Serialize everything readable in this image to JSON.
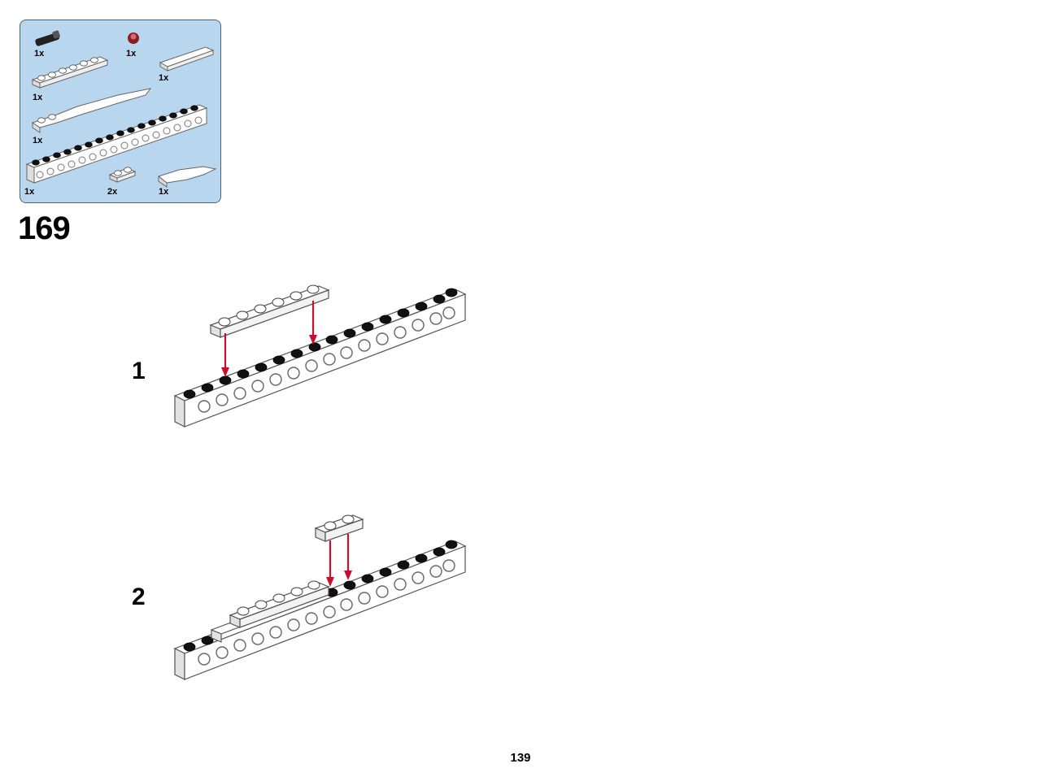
{
  "parts_list": {
    "items": [
      {
        "name": "black-connector-pin",
        "qty": "1x"
      },
      {
        "name": "dark-red-round-tile",
        "qty": "1x"
      },
      {
        "name": "white-plate-1x4-flat",
        "qty": "1x"
      },
      {
        "name": "white-plate-1x6",
        "qty": "1x"
      },
      {
        "name": "white-curved-slope-long",
        "qty": "1x"
      },
      {
        "name": "white-technic-brick-1x16",
        "qty": "1x"
      },
      {
        "name": "white-plate-1x2",
        "qty": "2x"
      },
      {
        "name": "white-curved-slope-short",
        "qty": "1x"
      }
    ]
  },
  "step": {
    "number": "169"
  },
  "substeps": [
    {
      "label": "1"
    },
    {
      "label": "2"
    }
  ],
  "page": {
    "number": "139"
  },
  "colors": {
    "parts_box_bg": "#b9d6ef",
    "parts_box_border": "#4d6272",
    "arrow_red": "#c8102e",
    "stud_black": "#111111"
  }
}
